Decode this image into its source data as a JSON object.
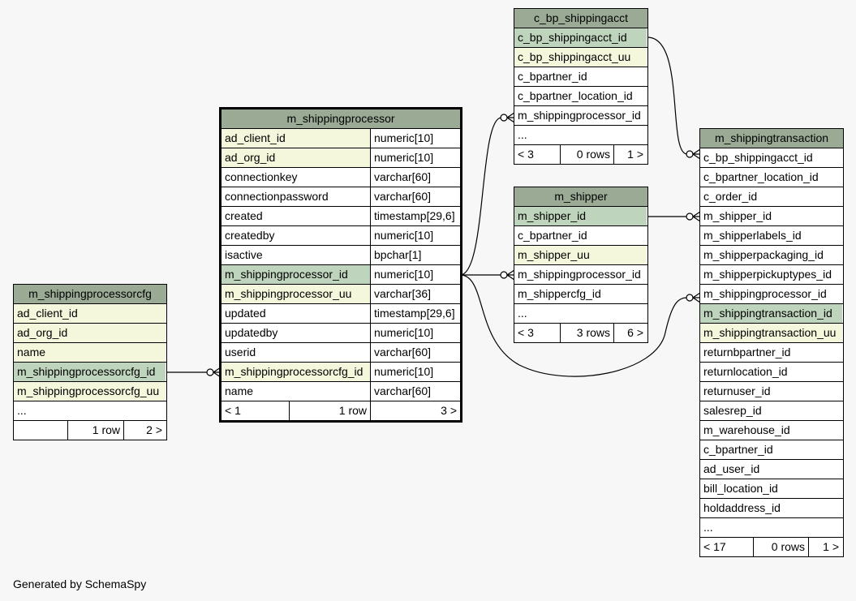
{
  "colors": {
    "title_bg": "#9aaa95",
    "pk_bg": "#bfd4bd",
    "fk_bg": "#f4f7dc",
    "row_bg": "#ffffff",
    "background": "#f7f7f7"
  },
  "tables": {
    "m_shippingprocessorcfg": {
      "name": "m_shippingprocessorcfg",
      "columns": [
        {
          "name": "ad_client_id",
          "kind": "fk"
        },
        {
          "name": "ad_org_id",
          "kind": "fk"
        },
        {
          "name": "name",
          "kind": "fk"
        },
        {
          "name": "m_shippingprocessorcfg_id",
          "kind": "pk"
        },
        {
          "name": "m_shippingprocessorcfg_uu",
          "kind": "fk"
        },
        {
          "name": "...",
          "kind": "plain"
        }
      ],
      "footer": {
        "left": "",
        "middle": "1 row",
        "right": "2 >"
      }
    },
    "m_shippingprocessor": {
      "name": "m_shippingprocessor",
      "columns": [
        {
          "name": "ad_client_id",
          "type": "numeric[10]",
          "kind": "fk"
        },
        {
          "name": "ad_org_id",
          "type": "numeric[10]",
          "kind": "fk"
        },
        {
          "name": "connectionkey",
          "type": "varchar[60]",
          "kind": "plain"
        },
        {
          "name": "connectionpassword",
          "type": "varchar[60]",
          "kind": "plain"
        },
        {
          "name": "created",
          "type": "timestamp[29,6]",
          "kind": "plain"
        },
        {
          "name": "createdby",
          "type": "numeric[10]",
          "kind": "plain"
        },
        {
          "name": "isactive",
          "type": "bpchar[1]",
          "kind": "plain"
        },
        {
          "name": "m_shippingprocessor_id",
          "type": "numeric[10]",
          "kind": "pk"
        },
        {
          "name": "m_shippingprocessor_uu",
          "type": "varchar[36]",
          "kind": "fk"
        },
        {
          "name": "updated",
          "type": "timestamp[29,6]",
          "kind": "plain"
        },
        {
          "name": "updatedby",
          "type": "numeric[10]",
          "kind": "plain"
        },
        {
          "name": "userid",
          "type": "varchar[60]",
          "kind": "plain"
        },
        {
          "name": "m_shippingprocessorcfg_id",
          "type": "numeric[10]",
          "kind": "fk"
        },
        {
          "name": "name",
          "type": "varchar[60]",
          "kind": "plain"
        }
      ],
      "footer": {
        "left": "< 1",
        "middle": "1 row",
        "right": "3 >"
      }
    },
    "c_bp_shippingacct": {
      "name": "c_bp_shippingacct",
      "columns": [
        {
          "name": "c_bp_shippingacct_id",
          "kind": "pk"
        },
        {
          "name": "c_bp_shippingacct_uu",
          "kind": "fk"
        },
        {
          "name": "c_bpartner_id",
          "kind": "plain"
        },
        {
          "name": "c_bpartner_location_id",
          "kind": "plain"
        },
        {
          "name": "m_shippingprocessor_id",
          "kind": "plain"
        },
        {
          "name": "...",
          "kind": "plain"
        }
      ],
      "footer": {
        "left": "< 3",
        "middle": "0 rows",
        "right": "1 >"
      }
    },
    "m_shipper": {
      "name": "m_shipper",
      "columns": [
        {
          "name": "m_shipper_id",
          "kind": "pk"
        },
        {
          "name": "c_bpartner_id",
          "kind": "plain"
        },
        {
          "name": "m_shipper_uu",
          "kind": "fk"
        },
        {
          "name": "m_shippingprocessor_id",
          "kind": "plain"
        },
        {
          "name": "m_shippercfg_id",
          "kind": "plain"
        },
        {
          "name": "...",
          "kind": "plain"
        }
      ],
      "footer": {
        "left": "< 3",
        "middle": "3 rows",
        "right": "6 >"
      }
    },
    "m_shippingtransaction": {
      "name": "m_shippingtransaction",
      "columns": [
        {
          "name": "c_bp_shippingacct_id",
          "kind": "plain"
        },
        {
          "name": "c_bpartner_location_id",
          "kind": "plain"
        },
        {
          "name": "c_order_id",
          "kind": "plain"
        },
        {
          "name": "m_shipper_id",
          "kind": "plain"
        },
        {
          "name": "m_shipperlabels_id",
          "kind": "plain"
        },
        {
          "name": "m_shipperpackaging_id",
          "kind": "plain"
        },
        {
          "name": "m_shipperpickuptypes_id",
          "kind": "plain"
        },
        {
          "name": "m_shippingprocessor_id",
          "kind": "plain"
        },
        {
          "name": "m_shippingtransaction_id",
          "kind": "pk"
        },
        {
          "name": "m_shippingtransaction_uu",
          "kind": "fk"
        },
        {
          "name": "returnbpartner_id",
          "kind": "plain"
        },
        {
          "name": "returnlocation_id",
          "kind": "plain"
        },
        {
          "name": "returnuser_id",
          "kind": "plain"
        },
        {
          "name": "salesrep_id",
          "kind": "plain"
        },
        {
          "name": "m_warehouse_id",
          "kind": "plain"
        },
        {
          "name": "c_bpartner_id",
          "kind": "plain"
        },
        {
          "name": "ad_user_id",
          "kind": "plain"
        },
        {
          "name": "bill_location_id",
          "kind": "plain"
        },
        {
          "name": "holdaddress_id",
          "kind": "plain"
        },
        {
          "name": "...",
          "kind": "plain"
        }
      ],
      "footer": {
        "left": "< 17",
        "middle": "0 rows",
        "right": "1 >"
      }
    }
  },
  "footer_text": "Generated by SchemaSpy"
}
